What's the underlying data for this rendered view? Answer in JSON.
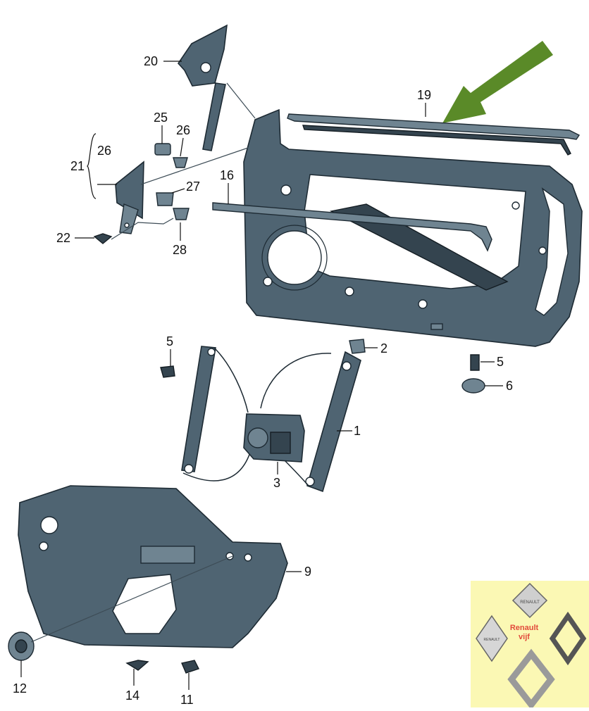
{
  "callouts": {
    "c1": "1",
    "c2": "2",
    "c3": "3",
    "c5a": "5",
    "c5b": "5",
    "c6": "6",
    "c9": "9",
    "c11": "11",
    "c12": "12",
    "c14": "14",
    "c16": "16",
    "c19": "19",
    "c20": "20",
    "c21": "21",
    "c22": "22",
    "c25": "25",
    "c26a": "26",
    "c26b": "26",
    "c27": "27",
    "c28": "28"
  },
  "watermark": {
    "brand_line1": "Renault",
    "brand_line2": "vijf",
    "logo_text": "RENAULT"
  },
  "colors": {
    "part": "#4f6472",
    "arrow": "#5a8a28",
    "badge": "#fbf8b4",
    "badge_text": "#e24a3b"
  }
}
